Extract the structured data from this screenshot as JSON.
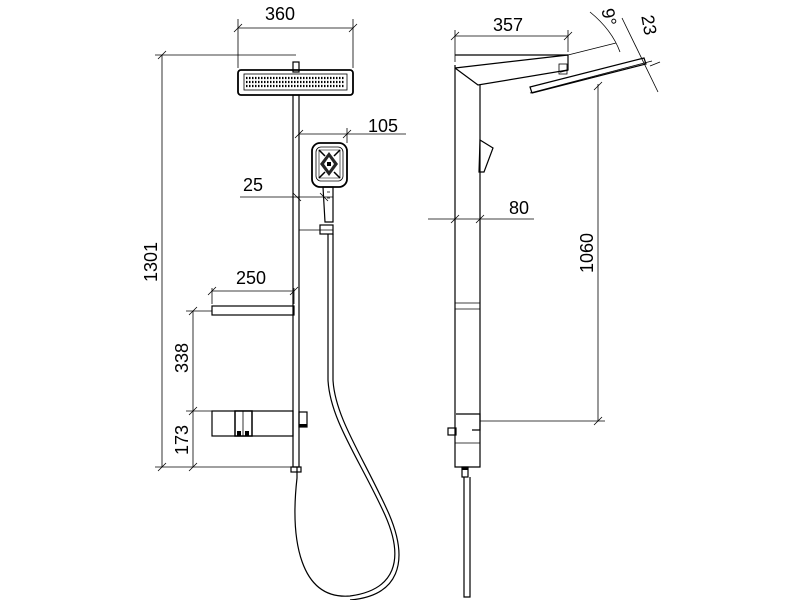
{
  "front_view": {
    "dims": {
      "head_width": "360",
      "handshower_width": "105",
      "pipe_offset": "25",
      "shelf_width": "250",
      "total_height": "1301",
      "shelf_spacing": "338",
      "valve_height": "173"
    }
  },
  "side_view": {
    "dims": {
      "arm_length": "357",
      "tilt_angle": "9°",
      "head_thickness": "23",
      "column_depth": "80",
      "head_height": "1060"
    }
  }
}
